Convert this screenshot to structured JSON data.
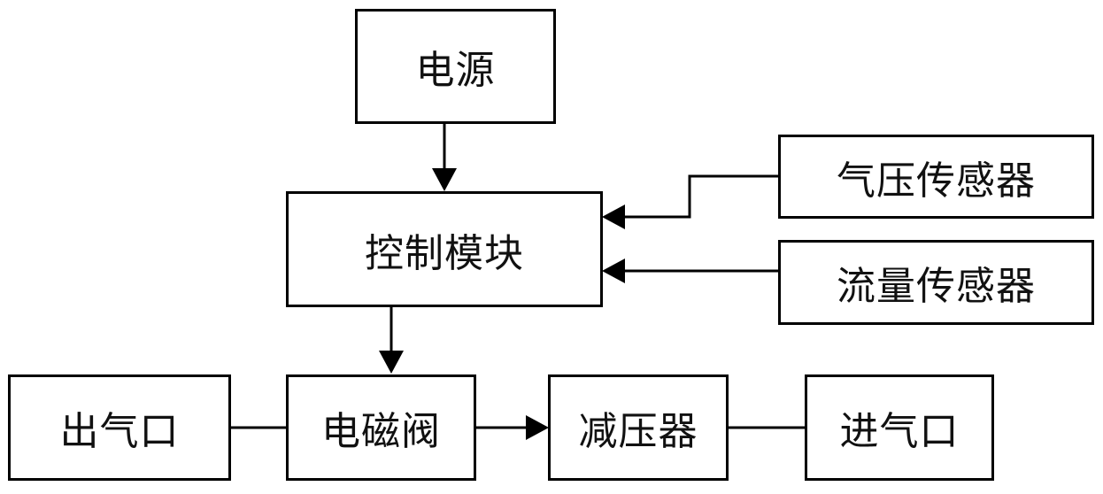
{
  "diagram": {
    "nodes": {
      "power": "电源",
      "control": "控制模块",
      "pressure_sensor": "气压传感器",
      "flow_sensor": "流量传感器",
      "outlet": "出气口",
      "solenoid_valve": "电磁阀",
      "reducer": "减压器",
      "inlet": "进气口"
    },
    "edges": [
      {
        "from": "电源",
        "to": "控制模块",
        "arrow": true
      },
      {
        "from": "气压传感器",
        "to": "控制模块",
        "arrow": true
      },
      {
        "from": "流量传感器",
        "to": "控制模块",
        "arrow": true
      },
      {
        "from": "控制模块",
        "to": "电磁阀",
        "arrow": true
      },
      {
        "from": "出气口",
        "to": "电磁阀",
        "arrow": false
      },
      {
        "from": "电磁阀",
        "to": "减压器",
        "arrow": true
      },
      {
        "from": "减压器",
        "to": "进气口",
        "arrow": false
      }
    ]
  }
}
